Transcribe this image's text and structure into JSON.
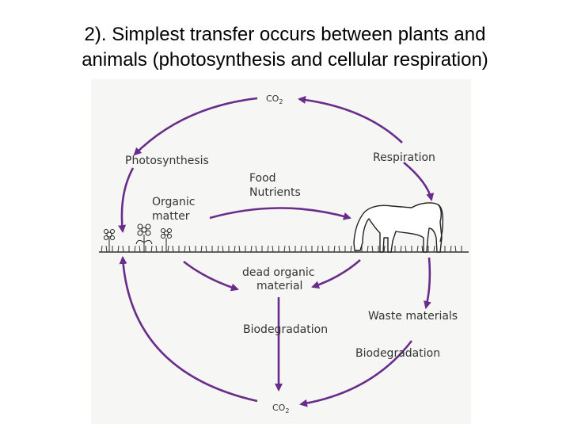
{
  "title": {
    "line1": "2). Simplest transfer occurs between plants and",
    "line2": "animals (photosynthesis and cellular respiration)"
  },
  "diagram": {
    "co2_top": "CO",
    "co2_top_sub": "2",
    "photosynthesis": "Photosynthesis",
    "respiration": "Respiration",
    "food": "Food",
    "nutrients": "Nutrients",
    "organic": "Organic",
    "matter": "matter",
    "dead_organic": "dead organic",
    "material": "material",
    "waste_materials": "Waste materials",
    "biodegradation_center": "Biodegradation",
    "biodegradation_right": "Biodegradation",
    "co2_bottom": "CO",
    "co2_bottom_sub": "2"
  },
  "colors": {
    "arrow": "#6a2c8c",
    "background_speckle": "#f2f2f0",
    "ground": "#333333"
  },
  "icons": [
    "flower-icon",
    "horse-icon"
  ]
}
